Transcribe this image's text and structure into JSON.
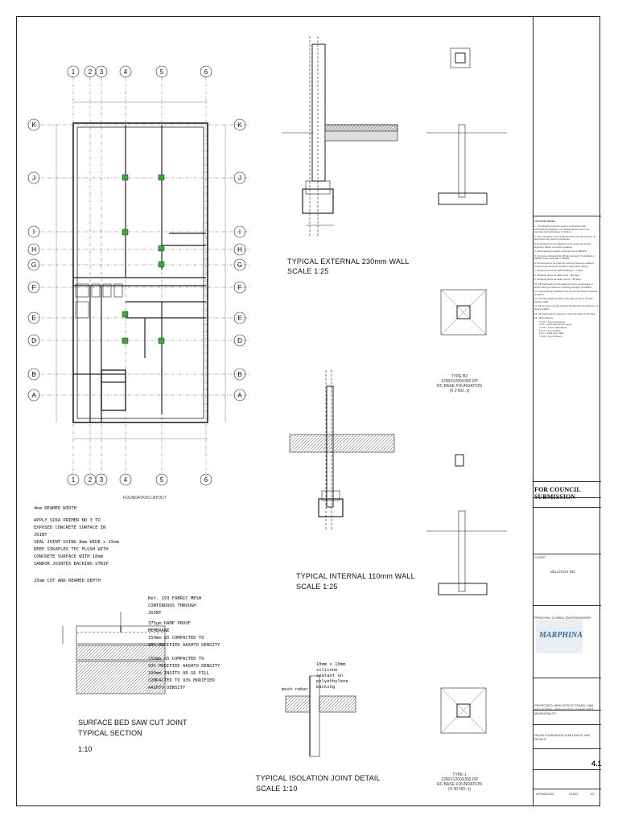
{
  "foundation_layout": {
    "title": "FOUNDATION LAYOUT",
    "grid_cols": [
      "1",
      "2",
      "3",
      "4",
      "5",
      "6"
    ],
    "grid_rows": [
      "K",
      "J",
      "I",
      "H",
      "G",
      "F",
      "E",
      "D",
      "B",
      "A"
    ]
  },
  "external_wall": {
    "title": "TYPICAL EXTERNAL 230mm WALL",
    "scale": "SCALE 1:25"
  },
  "internal_wall": {
    "title": "TYPICAL INTERNAL 110mm WALL",
    "scale": "SCALE 1:25"
  },
  "saw_cut": {
    "title": "SURFACE BED SAW CUT JOINT",
    "subtitle": "TYPICAL SECTION",
    "scale": "1:10",
    "notes_left": [
      "4mm REAMED WIDTH",
      "APPLY SIKA PRIMER NO 3 TO",
      "EXPOSED CONCRETE SURFACE IN",
      "JOINT",
      "SEAL JOINT USING 8mm WIDE x 15mm",
      "DEEP SIKAFLEX TPC FLUSH WITH",
      "CONCRETE SURFACE WITH 10mm",
      "SANDOR JOINTEX BACKING STRIP",
      "25mm CUT AND REAMED DEPTH"
    ],
    "notes_right": [
      "Ref. 193 FABRIC MESH",
      "CONTINUOUS THROUGH",
      "JOINT",
      "375µm DAMP PROOF",
      "MEMBRANE",
      "150mm G5 COMPACTED TO",
      "93% MODIFIED AASHTO DENSITY",
      "150mm G5 COMPACTED TO",
      "93% MODIFIED AASHTO DENSITY",
      "100mm INSITU OR G6 FILL",
      "COMPACTED TO 93% MODIFIED",
      "AASHTO DENSITY"
    ]
  },
  "isolation": {
    "title": "TYPICAL ISOLATION JOINT DETAIL",
    "scale": "SCALE 1:10",
    "notes": [
      "10mm x 10mm",
      "silicone",
      "sealant on",
      "polyethylene",
      "backing",
      "mesh rebar"
    ]
  },
  "bases": [
    {
      "type": "TYPE B2",
      "desc": "1200X1200X350 DP",
      "desc2": "RC BASE FOUNDATION",
      "qty": "(X 2 NO. x)"
    },
    {
      "type": "TYPE 1",
      "desc": "1200X1200X350 DP",
      "desc2": "RC BASE FOUNDATION",
      "qty": "(X 30 NO. x)"
    }
  ],
  "notes": {
    "title": "General Notes",
    "items": [
      "1. This drawing must be read in conjunction with Architectural drawings. Any discrepancies are to be reported to the Engineer in Writing.",
      "2. The contractor must verify all levels and dimensions on site before any work commences.",
      "3. Excavations for foundations to be approved by the Engineer before concrete is placed.",
      "4. Safe bearing pressure assumed to be 100kPa.",
      "5. Concrete characteristic 28 day strength: Foundations = 25MPa, Floor bed slab = 25MPa",
      "6. All concrete to be properly cured by keeping surfaces continuously damp for at least 7 days after casting.",
      "7. Stripping times for slab shuttering = 3 days",
      "8. Stripping times for slab props = 28 days",
      "9. Stripping times for beam props = 28 days",
      "10. All load bearing brick walls are to be constructed of bricks having a minimum crushing strength of 10MPa.",
      "11. Load bearing brickwork is to be erected before concrete is placed.",
      "12. Provide brickforce after every 4th course in all load bearing walls.",
      "13. All concrete on load bearing brickwork to be placed on 2 layers of DPC.",
      "14. All load bearing masonry to have its grout at the base.",
      "15. Abbreviations:",
      "T.O.F = Top Of Concrete",
      "U.F.L = Unfinished Floor Level",
      "L.S.B = Lower Slab Beam",
      "T.O.S = Top Of Slab",
      "F.F.L = Final Floor Slab",
      "T.O.B = Top Of Beam"
    ]
  },
  "title_block": {
    "council": "FOR COUNCIL SUBMISSION",
    "client_label": "CLIENT",
    "client": "WILLTECH INC",
    "consultant_label": "PRINCIPAL CONSULTANT/ENGINEER",
    "logo": "MARPHINA",
    "project": "PROPOSED NEW OFFICE STAND 1384, INDUSTRIAL AREA KATHU GAMAGARA MUNICIPALITY",
    "drawing": "HOUSE FOUNDATION SLAB LAYOUT AND DETAILS",
    "drawing_no": "4.1",
    "project_no": "ATR06/2024",
    "sheet": "S1002",
    "rev": "00"
  }
}
